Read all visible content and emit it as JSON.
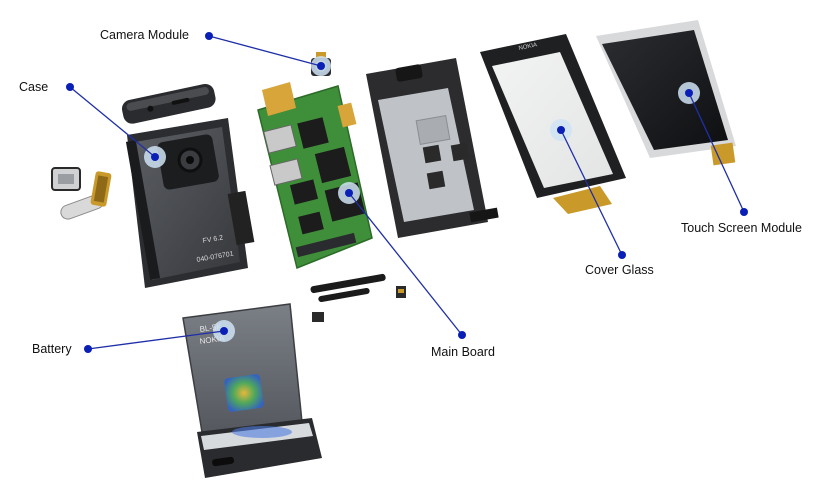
{
  "labels": {
    "camera_module": "Camera Module",
    "case": "Case",
    "battery": "Battery",
    "main_board": "Main Board",
    "cover_glass": "Cover Glass",
    "touch_screen_module": "Touch Screen Module"
  },
  "part_markings": {
    "battery_code": "BL-5K",
    "battery_brand": "NOKIA",
    "case_code_1": "FV 6.2",
    "case_code_2": "040-076701",
    "glass_brand": "NOKIA"
  },
  "colors": {
    "callout_line": "#1f2fa8",
    "callout_dot": "#0a1fb5",
    "highlight_ring": "#cfe3f4",
    "pcb_green": "#3f8f3a",
    "metal_frame": "#2c2c2e",
    "case_gray": "#4a4c50",
    "battery_gray": "#6b6f75"
  }
}
